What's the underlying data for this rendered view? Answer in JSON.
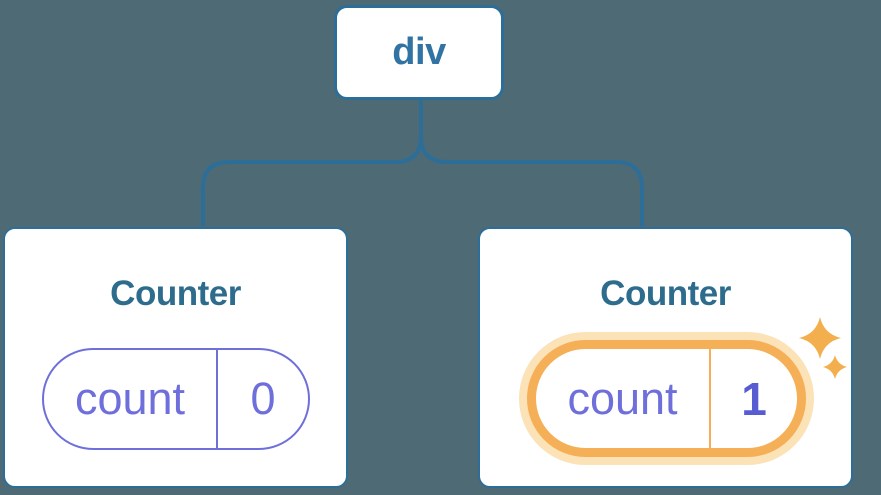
{
  "diagram": {
    "description": "React component tree with preserved state",
    "root": {
      "label": "div"
    },
    "children": [
      {
        "title": "Counter",
        "state": {
          "key": "count",
          "value": "0"
        },
        "highlighted": false
      },
      {
        "title": "Counter",
        "state": {
          "key": "count",
          "value": "1"
        },
        "highlighted": true
      }
    ]
  },
  "icons": {
    "sparkle": "sparkle-icon"
  },
  "colors": {
    "background": "#4E6A74",
    "connector_blue": "#2D6E99",
    "node_text_blue": "#3173A3",
    "title_blue": "#2E6C8E",
    "state_purple": "#6E6FDB",
    "value_bold_purple": "#585CD3",
    "highlight_orange": "#F5AF57",
    "highlight_glow": "#FBE2B7",
    "sparkle_orange": "#F3AF4E",
    "card_background": "#FFFFFF"
  }
}
